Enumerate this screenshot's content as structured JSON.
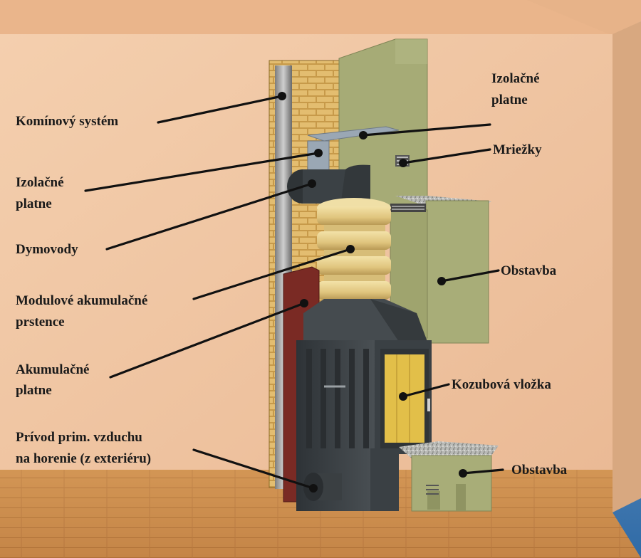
{
  "labels": {
    "kominovy_system": "Komínový systém",
    "izolacne_platne_left_1": "Izolačné",
    "izolacne_platne_left_2": "platne",
    "dymovody": "Dymovody",
    "modulove_1": "Modulové akumulačné",
    "modulove_2": "prstence",
    "akumulacne_1": "Akumulačné",
    "akumulacne_2": "platne",
    "privod_1": "Prívod prim. vzduchu",
    "privod_2": "na horenie (z exteriéru)",
    "izolacne_platne_right_1": "Izolačné",
    "izolacne_platne_right_2": "platne",
    "mriezky": "Mriežky",
    "obstavba_upper": "Obstavba",
    "kozubova_vlozka": "Kozubová vložka",
    "obstavba_lower": "Obstavba"
  },
  "colors": {
    "wall": "#f0c7a3",
    "ceiling": "#e9b48a",
    "floor": "#c9894a",
    "background": "#3f7fb8",
    "obstavba": "#a8ad78",
    "stove": "#3e4448",
    "rings": "#e6cf8c",
    "glass": "#e5c14a",
    "akumulacne": "#7a2a24"
  }
}
